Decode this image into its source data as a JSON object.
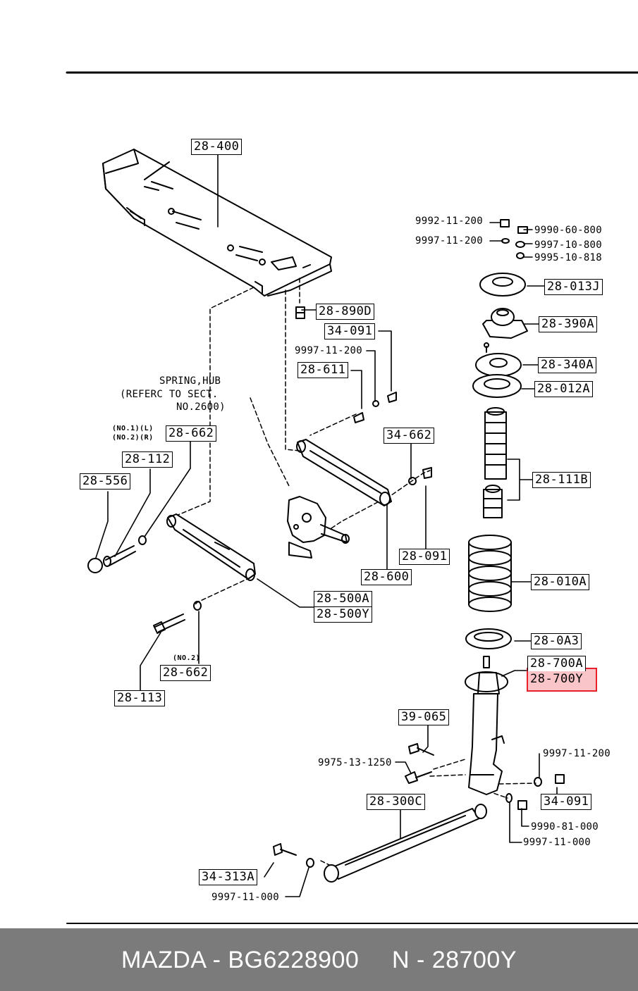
{
  "diagram": {
    "labels": {
      "l_28_400": "28-400",
      "l_28_890D": "28-890D",
      "l_34_091_top": "34-091",
      "l_9997_11_200_mid": "9997-11-200",
      "l_28_611": "28-611",
      "l_spring_hub_1": "SPRING,HUB",
      "l_spring_hub_2": "(REFERC TO SECT.",
      "l_spring_hub_3": "NO.2600)",
      "l_no1_l": "(NO.1)(L)",
      "l_no2_r": "(NO.2)(R)",
      "l_28_662_top": "28-662",
      "l_28_112": "28-112",
      "l_28_556": "28-556",
      "l_34_662": "34-662",
      "l_28_091": "28-091",
      "l_28_600": "28-600",
      "l_28_500A": "28-500A",
      "l_28_500Y": "28-500Y",
      "l_no2": "(NO.2)",
      "l_28_662_bot": "28-662",
      "l_28_113": "28-113",
      "l_9992_11_200": "9992-11-200",
      "l_9997_11_200_top": "9997-11-200",
      "l_9990_60_800": "9990-60-800",
      "l_9997_10_800": "9997-10-800",
      "l_9995_10_818": "9995-10-818",
      "l_28_013J": "28-013J",
      "l_28_390A": "28-390A",
      "l_28_340A": "28-340A",
      "l_28_012A": "28-012A",
      "l_28_111B": "28-111B",
      "l_28_010A": "28-010A",
      "l_28_0A3": "28-0A3",
      "l_28_700A": "28-700A",
      "l_28_700Y": "28-700Y",
      "l_39_065": "39-065",
      "l_9975_13_1250": "9975-13-1250",
      "l_9997_11_200_right": "9997-11-200",
      "l_34_091_bot": "34-091",
      "l_9990_81_000": "9990-81-000",
      "l_9997_11_000_right": "9997-11-000",
      "l_28_300C": "28-300C",
      "l_34_313A": "34-313A",
      "l_9997_11_000_bot": "9997-11-000"
    },
    "highlight_color": "#e8202a"
  },
  "footer": {
    "brand_part": "MAZDA - BG6228900",
    "ref_part": "N - 28700Y",
    "background": "#7b7b7b"
  }
}
